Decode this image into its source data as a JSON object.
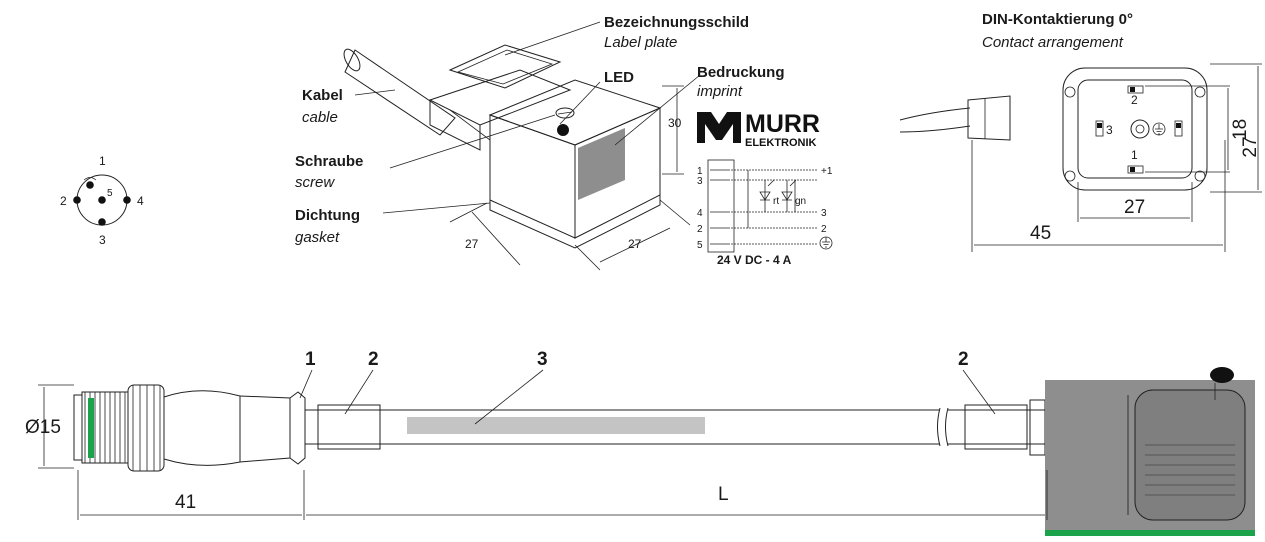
{
  "pinout": {
    "pins": [
      "1",
      "2",
      "5",
      "4",
      "3"
    ]
  },
  "connector": {
    "label_plate": {
      "de": "Bezeichnungsschild",
      "en": "Label plate"
    },
    "led": "LED",
    "imprint": {
      "de": "Bedruckung",
      "en": "imprint"
    },
    "cable": {
      "de": "Kabel",
      "en": "cable"
    },
    "screw": {
      "de": "Schraube",
      "en": "screw"
    },
    "gasket": {
      "de": "Dichtung",
      "en": "gasket"
    },
    "dim_height": "30",
    "dim_width_left": "27",
    "dim_width_right": "27"
  },
  "logo": {
    "brand": "MURR",
    "sub": "ELEKTRONIK"
  },
  "circuit": {
    "left_pins": [
      "1",
      "3",
      "4",
      "2",
      "5"
    ],
    "right_pins": [
      "+1",
      "3",
      "2"
    ],
    "led_red": "rt",
    "led_green": "gn",
    "rating": "24 V DC - 4 A"
  },
  "din": {
    "title": "DIN-Kontaktierung 0°",
    "subtitle": "Contact arrangement",
    "contacts": [
      "2",
      "3",
      "1"
    ],
    "dim_18": "18",
    "dim_27_vertical": "27",
    "dim_27_horizontal": "27",
    "dim_45": "45"
  },
  "cable_assembly": {
    "callouts": [
      "1",
      "2",
      "3",
      "2"
    ],
    "dim_diameter": "Ø15",
    "dim_41": "41",
    "dim_L": "L"
  },
  "colors": {
    "gray_body": "#8e8e8e",
    "label_bar": "#c4c4c4",
    "green_ring": "#1aa34a",
    "black": "#111111"
  }
}
